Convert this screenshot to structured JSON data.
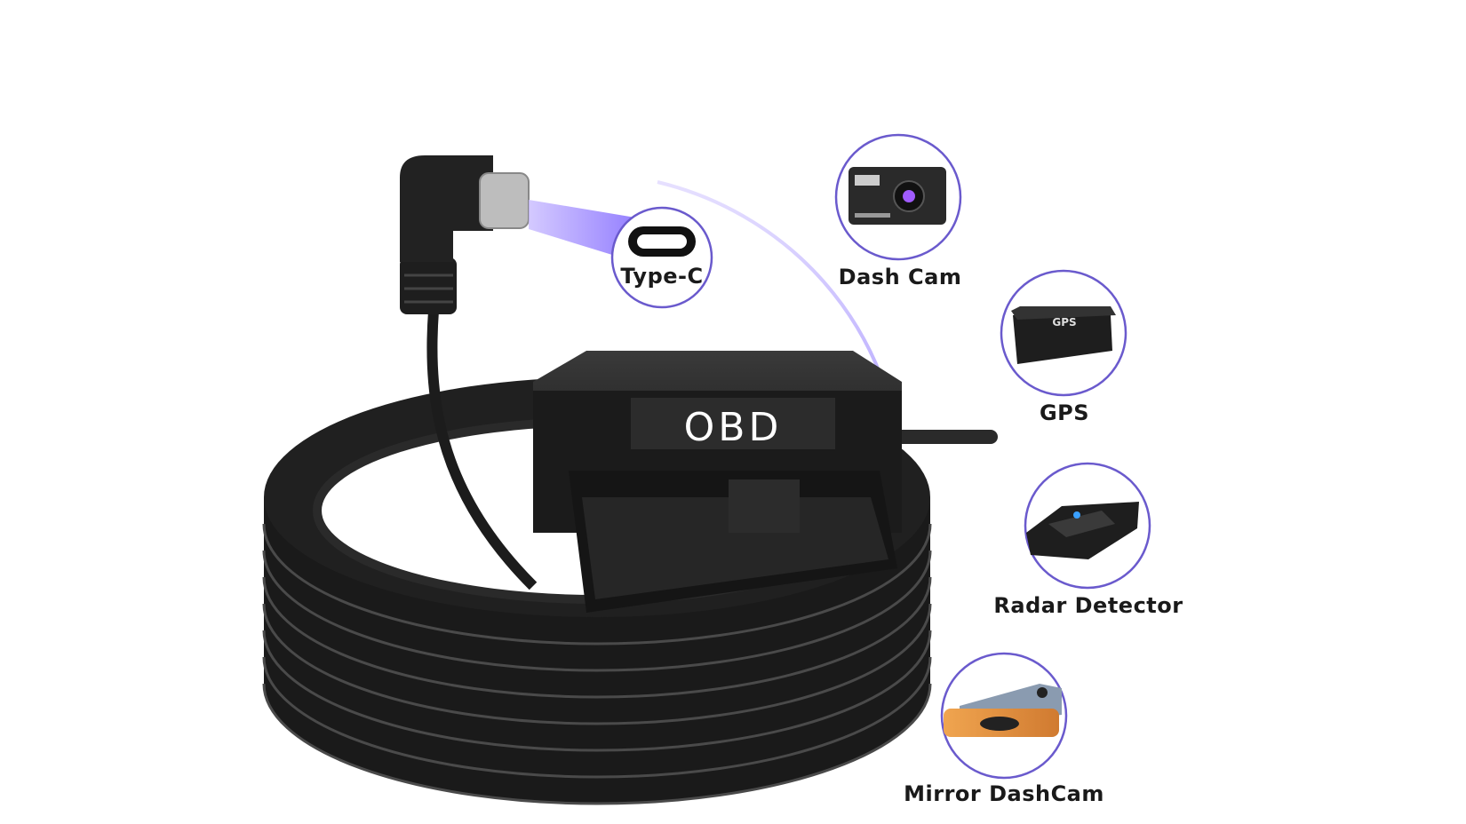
{
  "product": {
    "connector_label": "OBD",
    "port_label": "Type-C"
  },
  "compatible_devices": [
    {
      "label": "Dash Cam",
      "icon": "dash-cam-icon"
    },
    {
      "label": "GPS",
      "icon": "gps-device-icon",
      "device_text": "GPS"
    },
    {
      "label": "Radar Detector",
      "icon": "radar-detector-icon"
    },
    {
      "label": "Mirror DashCam",
      "icon": "mirror-dashcam-icon"
    }
  ],
  "colors": {
    "accent": "#7b61ff",
    "circle_border": "#6a5acd",
    "cable": "#1c1c1c"
  }
}
